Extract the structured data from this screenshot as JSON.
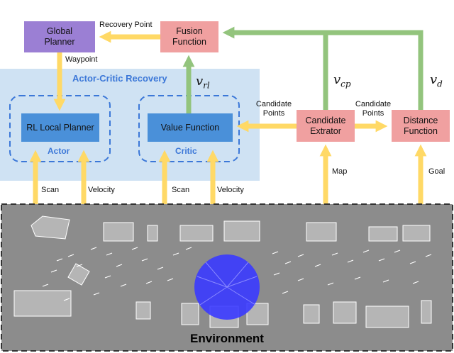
{
  "nodes": {
    "global_planner": "Global\nPlanner",
    "fusion_function": "Fusion\nFunction",
    "rl_local_planner": "RL Local Planner",
    "value_function": "Value Function",
    "candidate_extractor": "Candidate\nExtrator",
    "distance_function": "Distance\nFunction"
  },
  "groups": {
    "recovery_title": "Actor-Critic Recovery",
    "actor": "Actor",
    "critic": "Critic"
  },
  "edges": {
    "recovery_point": "Recovery Point",
    "waypoint": "Waypoint",
    "candidate_points_1": "Candidate\nPoints",
    "candidate_points_2": "Candidate\nPoints",
    "map": "Map",
    "goal": "Goal",
    "scan_1": "Scan",
    "velocity_1": "Velocity",
    "scan_2": "Scan",
    "velocity_2": "Velocity"
  },
  "math": {
    "v": "v",
    "rl": "rl",
    "cp": "cp",
    "d": "d"
  },
  "environment": "Environment",
  "colors": {
    "global_planner": "#9b7fd4",
    "fusion": "#f0a0a0",
    "value_box": "#4a90d9",
    "recovery_panel": "#cfe2f3",
    "dashed_border": "#3c78d8",
    "group_label": "#3c78d8",
    "yellow_arrow": "#ffd966",
    "green_arrow": "#93c47d",
    "environment_bg": "#8c8c8c"
  }
}
